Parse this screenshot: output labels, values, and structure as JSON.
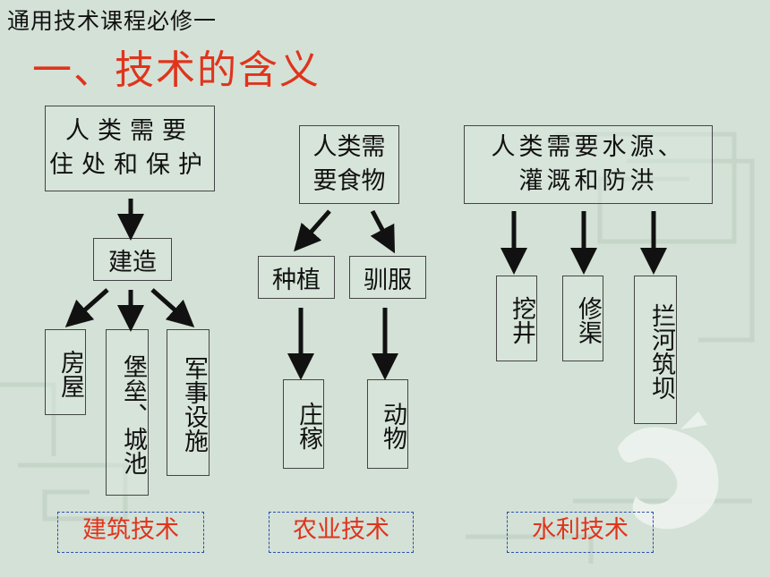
{
  "header": {
    "course": "通用技术课程必修一",
    "title": "一、技术的含义"
  },
  "groups": [
    {
      "need": "人类需要\n住处和保护",
      "tech": "建造",
      "results": [
        "房屋",
        "堡垒、城池",
        "军事设施"
      ],
      "category": "建筑技术"
    },
    {
      "need": "人类需\n要食物",
      "techs": [
        "种植",
        "驯服"
      ],
      "results": [
        "庄稼",
        "动物"
      ],
      "category": "农业技术"
    },
    {
      "need": "人类需要水源、\n灌溉和防洪",
      "results": [
        "挖井",
        "修渠",
        "拦河筑坝"
      ],
      "category": "水利技术"
    }
  ],
  "colors": {
    "accent": "#e0341d",
    "category_border": "#2a4fb0",
    "background": "#d4e1d6"
  },
  "icons": [
    "dragon-ornament-icon",
    "arrow-down-icon",
    "arrow-diagonal-icon"
  ]
}
